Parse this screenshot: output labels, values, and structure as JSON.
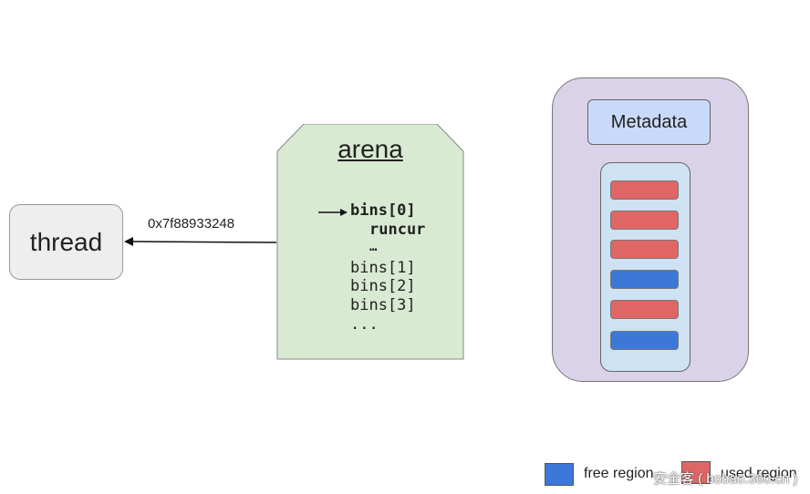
{
  "thread": {
    "label": "thread"
  },
  "pointer": {
    "address": "0x7f88933248"
  },
  "arena": {
    "title": "arena",
    "lines": [
      "bins[0]",
      "runcur",
      "…",
      "bins[1]",
      "bins[2]",
      "bins[3]",
      "..."
    ]
  },
  "metadata": {
    "title": "Metadata",
    "slots": [
      "used",
      "used",
      "used",
      "free",
      "used",
      "free"
    ]
  },
  "legend": {
    "free_label": "free region",
    "used_label": "used region"
  },
  "watermark": "安全客 ( bobao.360.cn )",
  "colors": {
    "free": "#3c78d8",
    "used": "#e06666",
    "arena_fill": "#d9ead3",
    "metadata_fill": "#d9d2e9",
    "metadata_header_fill": "#c9daf8",
    "region_column_fill": "#cfe2f3",
    "thread_fill": "#eeeeee"
  }
}
